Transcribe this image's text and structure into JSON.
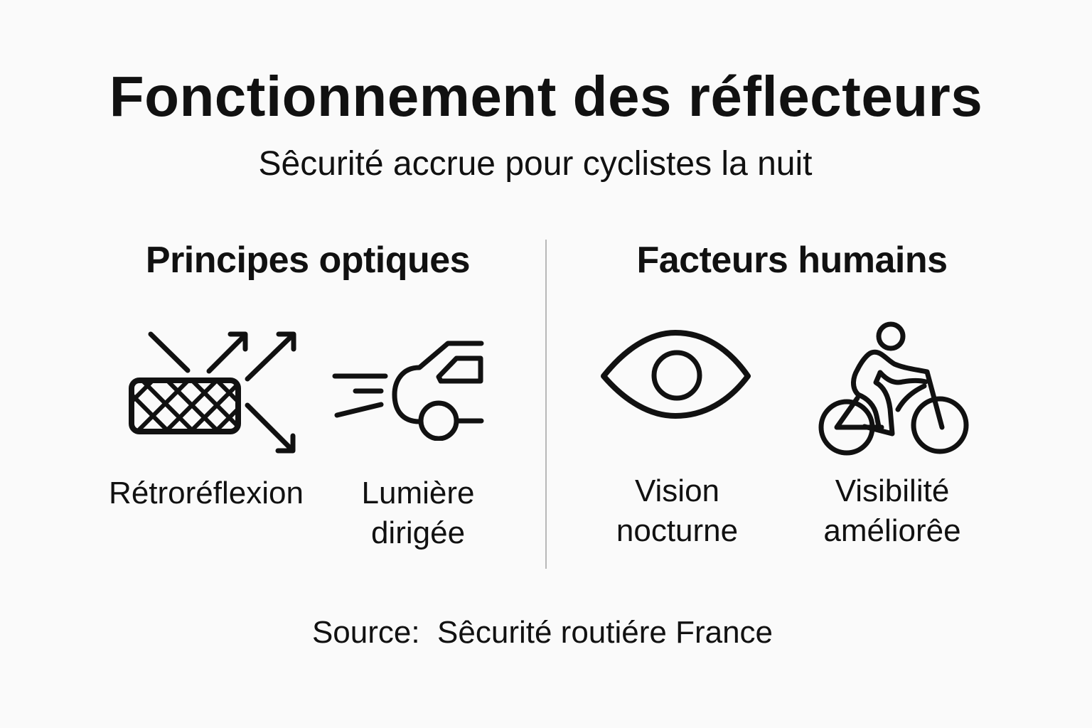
{
  "header": {
    "title": "Fonctionnement des réflecteurs",
    "subtitle": "Sêcurité accrue pour cyclistes la nuit"
  },
  "sections": [
    {
      "title": "Principes optiques",
      "items": [
        {
          "icon": "retroreflector-icon",
          "label_lines": [
            "Rétroréflexion"
          ]
        },
        {
          "icon": "car-headlight-icon",
          "label_lines": [
            "Lumière",
            "dirigée"
          ]
        }
      ]
    },
    {
      "title": "Facteurs humains",
      "items": [
        {
          "icon": "eye-icon",
          "label_lines": [
            "Vision",
            "nocturne"
          ]
        },
        {
          "icon": "cyclist-icon",
          "label_lines": [
            "Visibilité",
            "améliorêe"
          ]
        }
      ]
    }
  ],
  "footer": {
    "source": "Source:  Sêcurité routiére France"
  },
  "colors": {
    "background": "#fafafa",
    "text": "#111111",
    "divider": "#b8b8b8"
  }
}
